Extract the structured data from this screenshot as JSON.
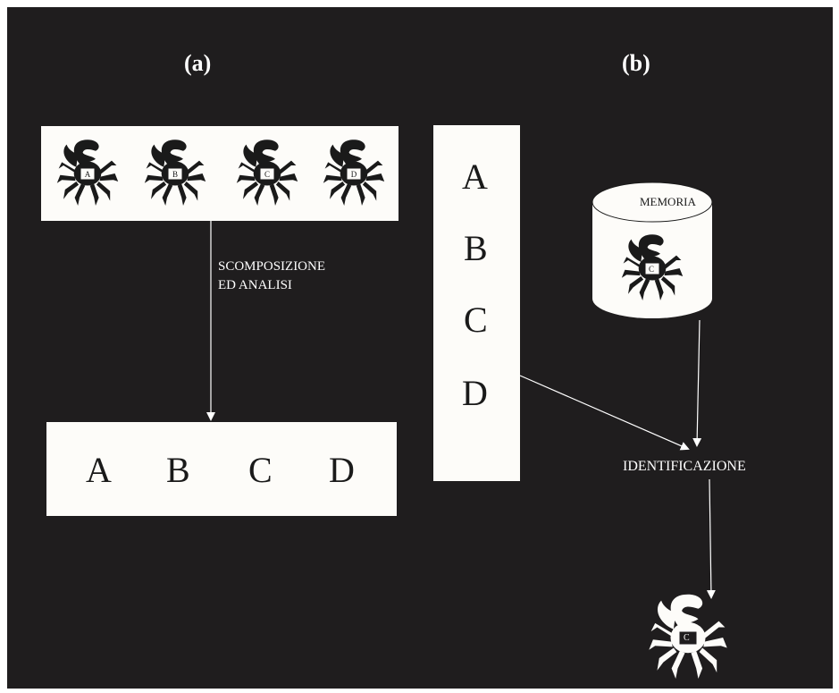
{
  "panels": {
    "a": {
      "label": "(a)",
      "specimens": [
        "A",
        "B",
        "C",
        "D"
      ],
      "process_label_line1": "SCOMPOSIZIONE",
      "process_label_line2": "ED ANALISI",
      "results": [
        "A",
        "B",
        "C",
        "D"
      ]
    },
    "b": {
      "label": "(b)",
      "features": [
        "A",
        "B",
        "C",
        "D"
      ],
      "memory_label": "MEMORIA",
      "memory_specimen": "C",
      "identify_label": "IDENTIFICAZIONE",
      "output_specimen": "C"
    }
  },
  "colors": {
    "background": "#1f1d1e",
    "panel": "#fdfcf9",
    "ink": "#1a1a1a",
    "arrow": "#ffffff"
  }
}
